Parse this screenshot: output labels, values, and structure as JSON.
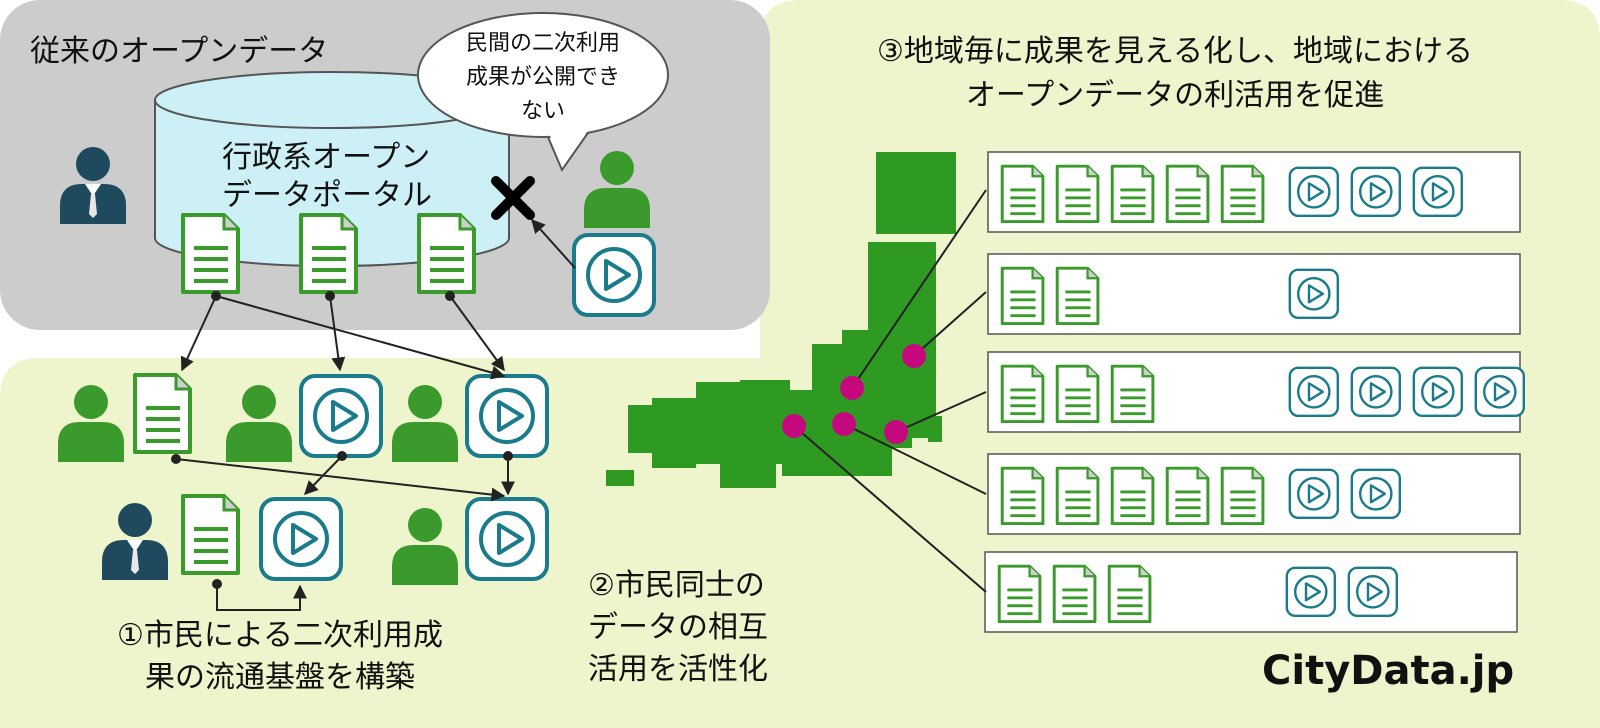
{
  "colors": {
    "green": "#3a9a2b",
    "navy": "#1f4a5e",
    "teal": "#1a7b8c",
    "gray_panel": "#cccccc",
    "light_panel": "#eef4cc",
    "cylinder": "#cdf0f6",
    "magenta": "#c6087e",
    "map_green": "#2e9a22"
  },
  "legacy": {
    "title": "従来のオープンデータ",
    "portal_line1": "行政系オープン",
    "portal_line2": "データポータル",
    "bubble_line1": "民間の二次利用",
    "bubble_line2": "成果が公開でき",
    "bubble_line3": "ない",
    "blocked_icon": "x-mark-icon"
  },
  "step1": {
    "line1": "①市民による二次利用成",
    "line2": "果の流通基盤を構築"
  },
  "step2": {
    "line1": "②市民同士の",
    "line2": "データの相互",
    "line3": "活用を活性化"
  },
  "step3": {
    "line1": "③地域毎に成果を見える化し、地域における",
    "line2": "オープンデータの利活用を促進"
  },
  "brand": "CityData.jp",
  "regions": [
    {
      "docs": 5,
      "apps": 3
    },
    {
      "docs": 2,
      "apps": 1
    },
    {
      "docs": 3,
      "apps": 4
    },
    {
      "docs": 5,
      "apps": 2
    },
    {
      "docs": 3,
      "apps": 2
    }
  ],
  "icons": {
    "document": "document-icon",
    "app": "play-app-icon",
    "citizen": "citizen-icon",
    "official": "official-icon",
    "region_marker": "region-marker",
    "map": "japan-map"
  }
}
